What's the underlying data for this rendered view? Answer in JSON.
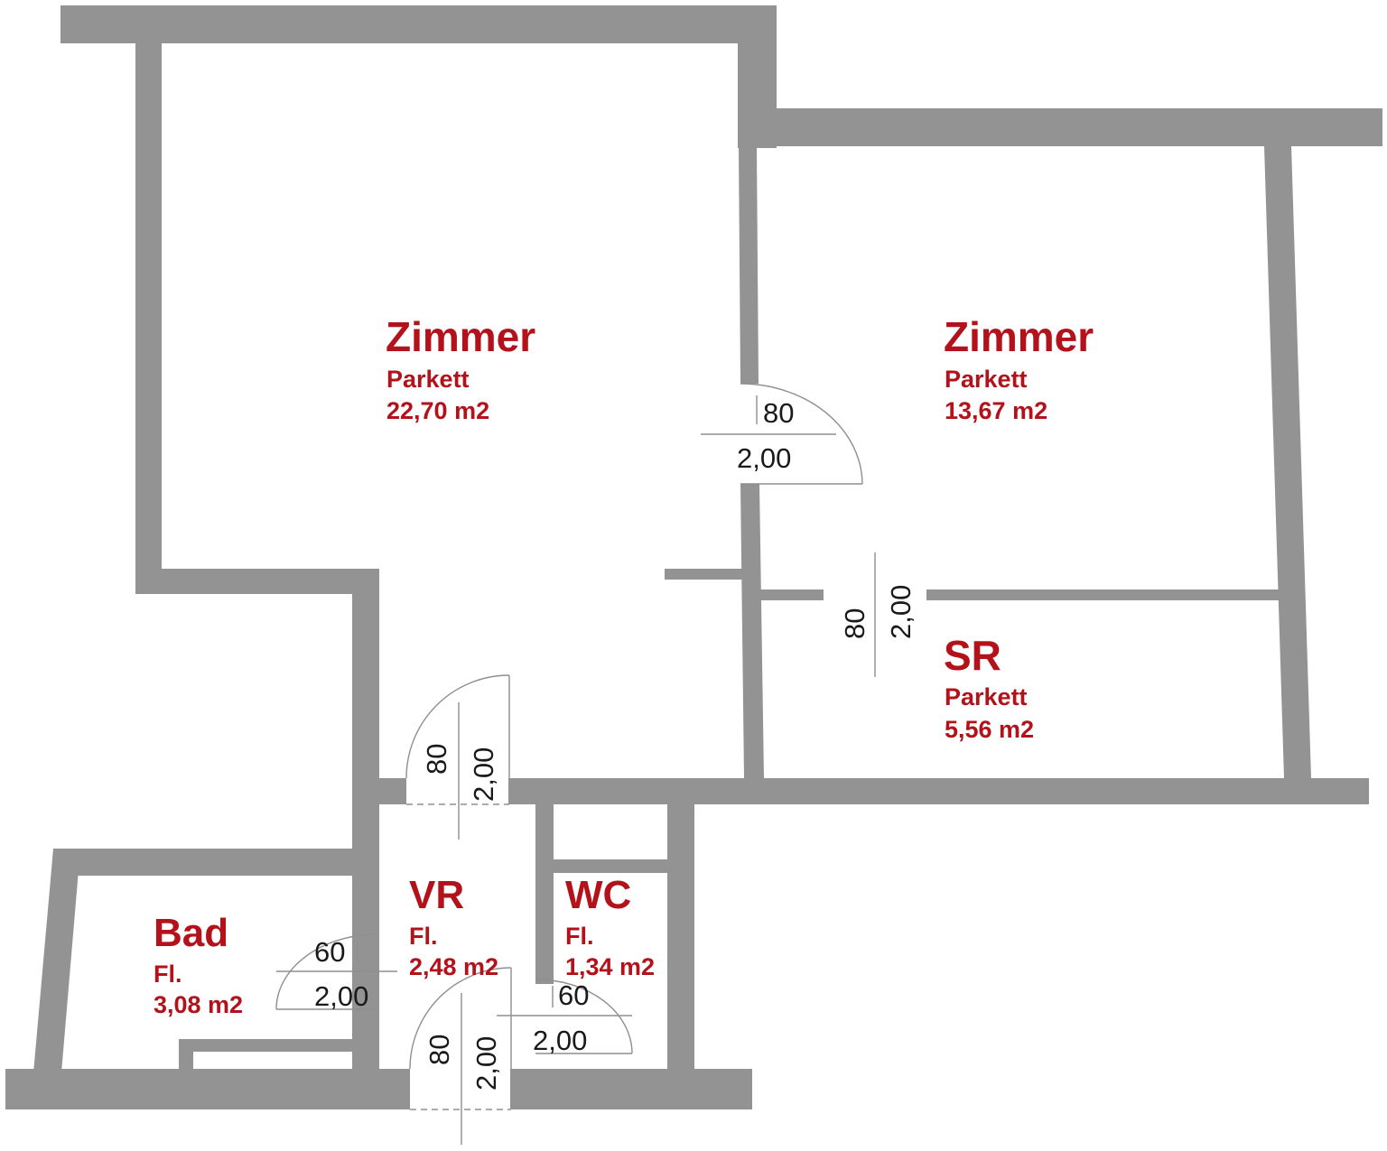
{
  "colors": {
    "wall": "#939393",
    "label": "#b3121b",
    "dimension": "#1a1a1a"
  },
  "rooms": {
    "zimmer_left": {
      "name": "Zimmer",
      "floor": "Parkett",
      "area": "22,70 m2"
    },
    "zimmer_right": {
      "name": "Zimmer",
      "floor": "Parkett",
      "area": "13,67 m2"
    },
    "sr": {
      "name": "SR",
      "floor": "Parkett",
      "area": "5,56 m2"
    },
    "bad": {
      "name": "Bad",
      "floor": "Fl.",
      "area": "3,08 m2"
    },
    "vr": {
      "name": "VR",
      "floor": "Fl.",
      "area": "2,48 m2"
    },
    "wc": {
      "name": "WC",
      "floor": "Fl.",
      "area": "1,34 m2"
    }
  },
  "doors": {
    "zimmer_connect": {
      "width": "80",
      "height": "2,00"
    },
    "sr": {
      "width": "80",
      "height": "2,00"
    },
    "vr_zimmer": {
      "width": "80",
      "height": "2,00"
    },
    "bad": {
      "width": "60",
      "height": "2,00"
    },
    "wc": {
      "width": "60",
      "height": "2,00"
    },
    "entrance": {
      "width": "80",
      "height": "2,00"
    }
  }
}
